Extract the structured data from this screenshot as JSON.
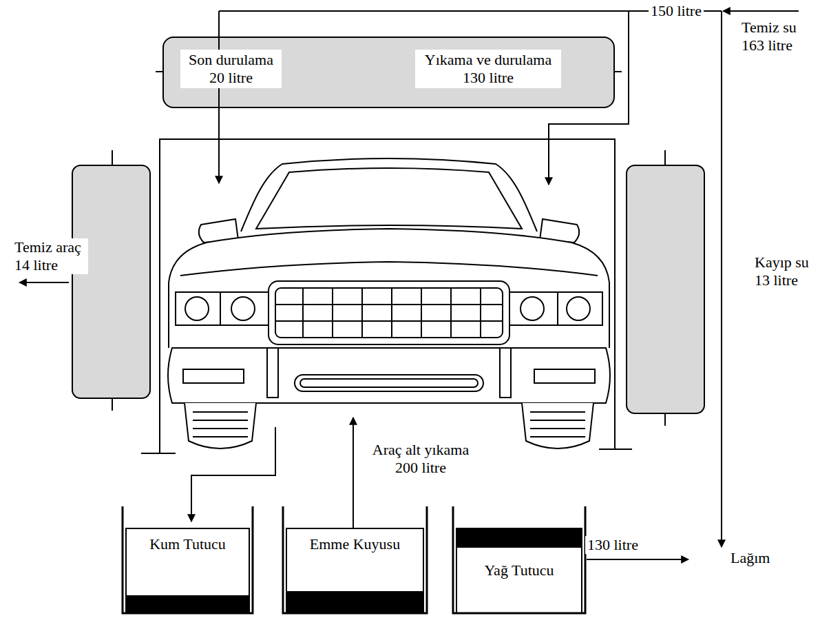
{
  "diagram": {
    "nodes": [
      {
        "text": [
          "Son durulama 20 litre",
          "Yıkama ve durulama 130 litre"
        ]
      },
      {
        "text": [
          "Kum Tutucu"
        ]
      },
      {
        "text": [
          "Emme Kuyusu"
        ]
      },
      {
        "text": [
          "Yağ Tutucu"
        ]
      }
    ],
    "labels": [
      "150 litre",
      "Temiz su 163 litre",
      "Temiz araç 14 litre",
      "Kayıp su 13 litre",
      "Araç alt yıkama 200 litre",
      "130 litre",
      "Lağım"
    ]
  }
}
